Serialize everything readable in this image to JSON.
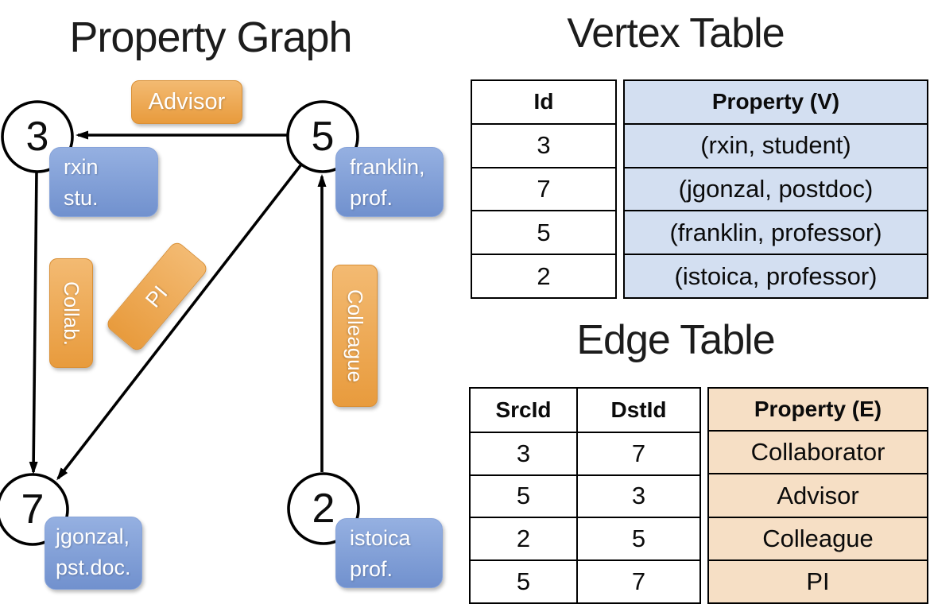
{
  "diagram": {
    "title": "Property Graph",
    "nodes": [
      {
        "id": "3",
        "property_line1": "rxin",
        "property_line2": "stu."
      },
      {
        "id": "5",
        "property_line1": "franklin,",
        "property_line2": "prof."
      },
      {
        "id": "7",
        "property_line1": "jgonzal,",
        "property_line2": "pst.doc."
      },
      {
        "id": "2",
        "property_line1": "istoica",
        "property_line2": "prof."
      }
    ],
    "edge_labels": {
      "advisor": "Advisor",
      "collab": "Collab.",
      "pi": "PI",
      "colleague": "Colleague"
    }
  },
  "vertex_table": {
    "title": "Vertex Table",
    "headers": {
      "id": "Id",
      "property": "Property (V)"
    },
    "rows": [
      {
        "id": "3",
        "property": "(rxin, student)"
      },
      {
        "id": "7",
        "property": "(jgonzal, postdoc)"
      },
      {
        "id": "5",
        "property": "(franklin, professor)"
      },
      {
        "id": "2",
        "property": "(istoica, professor)"
      }
    ]
  },
  "edge_table": {
    "title": "Edge Table",
    "headers": {
      "src": "SrcId",
      "dst": "DstId",
      "property": "Property (E)"
    },
    "rows": [
      {
        "src": "3",
        "dst": "7",
        "property": "Collaborator"
      },
      {
        "src": "5",
        "dst": "3",
        "property": "Advisor"
      },
      {
        "src": "2",
        "dst": "5",
        "property": "Colleague"
      },
      {
        "src": "5",
        "dst": "7",
        "property": "PI"
      }
    ]
  },
  "colors": {
    "edge_label_orange": "#EDA24C",
    "vertex_label_blue": "#7E9BD4",
    "vertex_property_cell": "#D3DFF1",
    "edge_property_cell": "#F6DFC5",
    "line_black": "#000000"
  }
}
